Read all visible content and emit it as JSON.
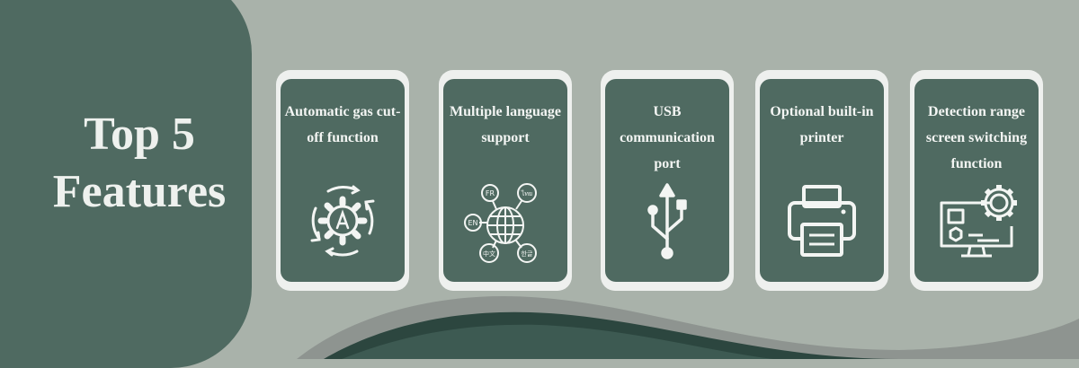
{
  "heading": {
    "line1": "Top 5",
    "line2": "Features"
  },
  "features": [
    {
      "label": "Automatic gas cut-off function",
      "icon": "auto-gear-cycle-icon"
    },
    {
      "label": "Multiple language support",
      "icon": "globe-languages-icon",
      "icon_labels": [
        "FR",
        "ไทย",
        "EN",
        "中文",
        "한글"
      ]
    },
    {
      "label": "USB communication port",
      "icon": "usb-icon"
    },
    {
      "label": "Optional built-in printer",
      "icon": "printer-icon"
    },
    {
      "label": "Detection range screen switching function",
      "icon": "monitor-settings-icon"
    }
  ],
  "colors": {
    "background": "#a9b2aa",
    "panel": "#4f6a61",
    "card_border": "#eef0ee",
    "text": "#f3f5f3",
    "wave_dark": "#2c463f",
    "wave_silver": "#8e9490"
  }
}
